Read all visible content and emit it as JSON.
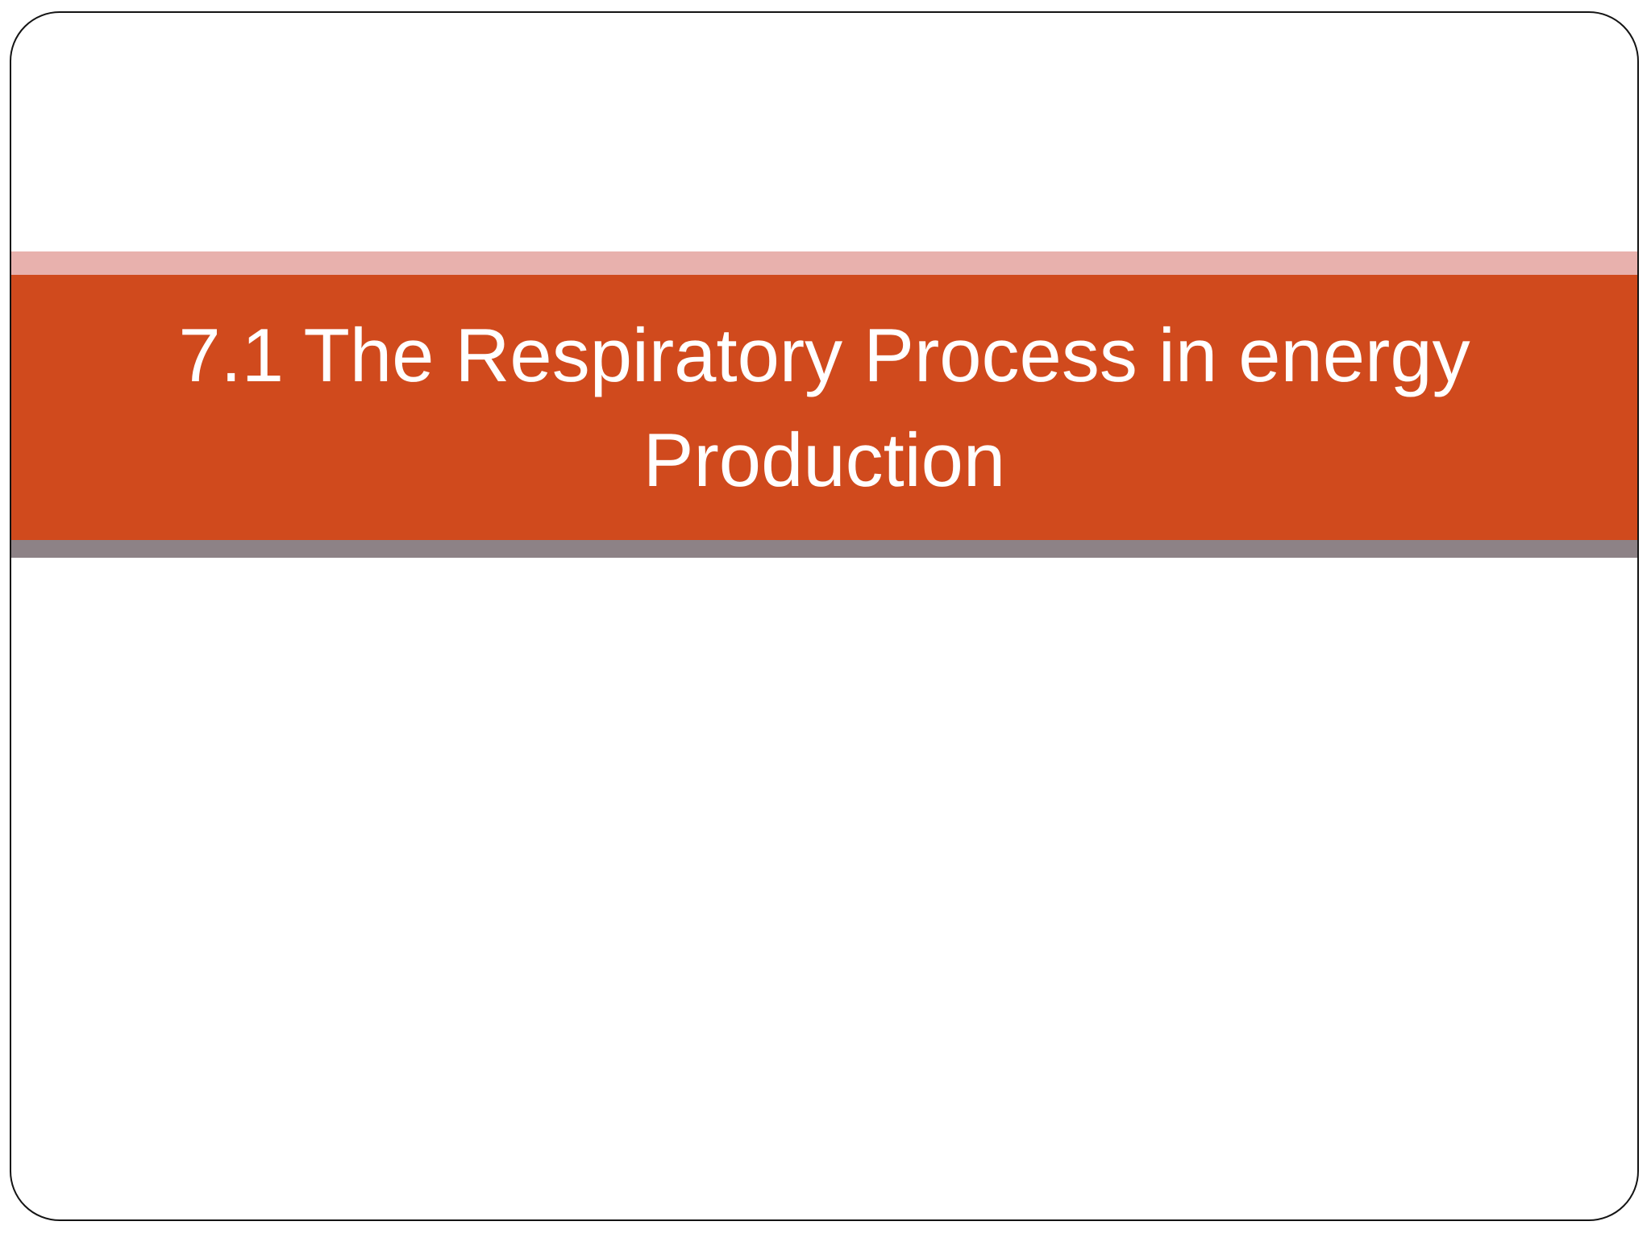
{
  "slide": {
    "title_line_1": "7.1 The Respiratory Process in energy",
    "title_line_2": "Production",
    "title_full": "7.1 The Respiratory Process in energy Production",
    "body_text": "",
    "colors": {
      "title_band": "#d04a1d",
      "accent_top": "#e8b1ad",
      "accent_bottom": "#8d8286",
      "title_text": "#ffffff",
      "slide_background": "#ffffff",
      "slide_border": "#141414"
    }
  }
}
